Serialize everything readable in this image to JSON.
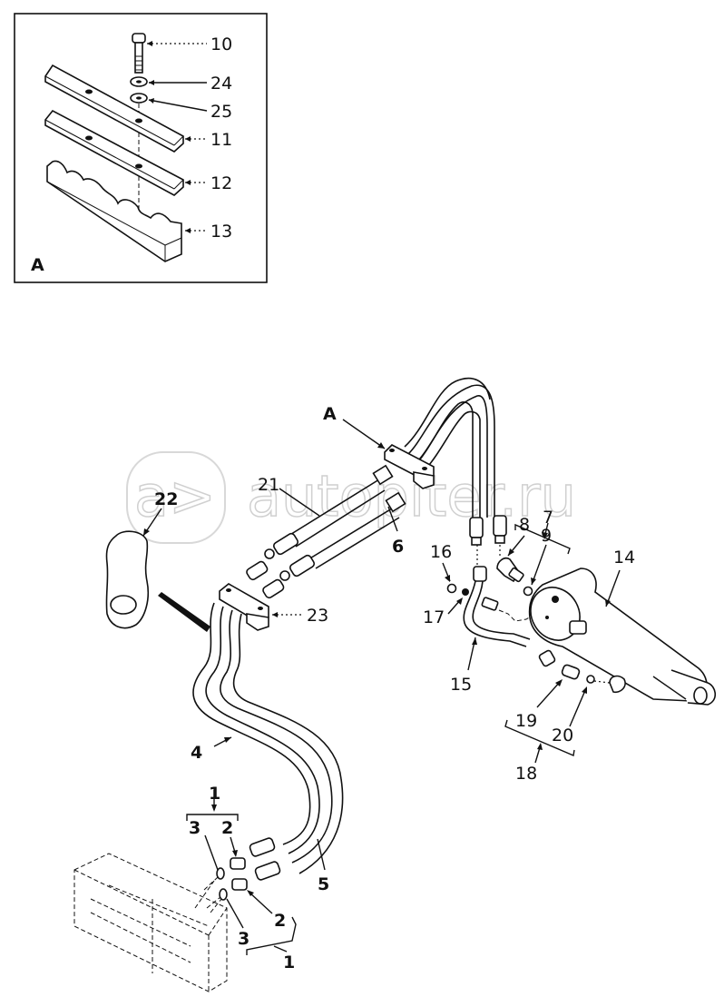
{
  "watermark": {
    "logo": "a>",
    "text": "autopiter.ru"
  },
  "inset": {
    "label": "A",
    "callouts": [
      {
        "id": "10",
        "part": "bolt"
      },
      {
        "id": "24",
        "part": "lock-washer"
      },
      {
        "id": "25",
        "part": "flat-washer"
      },
      {
        "id": "11",
        "part": "upper-clamp-plate"
      },
      {
        "id": "12",
        "part": "lower-clamp-plate"
      },
      {
        "id": "13",
        "part": "clamp-block"
      }
    ]
  },
  "main": {
    "detail_ref": "A",
    "callouts": {
      "c1_top": "1",
      "c3_top": "3",
      "c2_top": "2",
      "c2_bottom": "2",
      "c3_bottom": "3",
      "c1_bottom": "1",
      "c4": "4",
      "c5": "5",
      "c6": "6",
      "c7": "7",
      "c8": "8",
      "c9": "9",
      "c14": "14",
      "c15": "15",
      "c16": "16",
      "c17": "17",
      "c18": "18",
      "c19": "19",
      "c20": "20",
      "c21": "21",
      "c22": "22",
      "c23": "23"
    }
  }
}
